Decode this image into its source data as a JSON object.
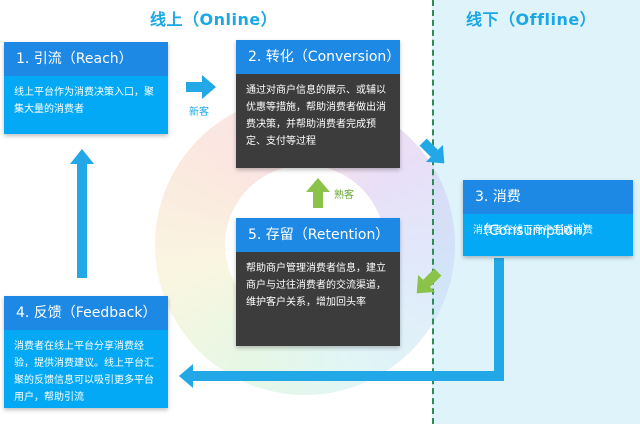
{
  "headings": {
    "online": "线上（Online）",
    "offline": "线下（Offline）"
  },
  "cards": [
    {
      "title": "1. 引流（Reach）",
      "body": "线上平台作为消费决策入口，聚集大量的消费者"
    },
    {
      "title": "2. 转化（Conversion）",
      "body": "通过对商户信息的展示、或辅以优惠等措施，帮助消费者做出消费决策，并帮助消费者完成预定、支付等过程"
    },
    {
      "title": "3. 消费（Consumption）",
      "body": "消费者在线下商户完成消费"
    },
    {
      "title": "4. 反馈（Feedback）",
      "body": "消费者在线上平台分享消费经验，提供消费建议。线上平台汇聚的反馈信息可以吸引更多平台用户，帮助引流"
    },
    {
      "title": "5. 存留（Retention）",
      "body": "帮助商户管理消费者信息，建立商户与过往消费者的交流渠道，维护客户关系，增加回头率"
    }
  ],
  "arrow_labels": {
    "new_customer": "新客",
    "returning_customer": "熟客"
  },
  "colors": {
    "card_header": "#1e88e5",
    "card_body_blue": "#03a9f4",
    "card_body_grey": "#3c3c3c",
    "arrow_blue": "#22a8e6",
    "arrow_green": "#8bc34a"
  }
}
